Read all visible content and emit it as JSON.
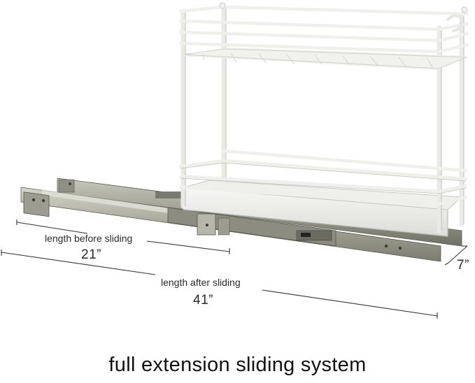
{
  "image": {
    "subject": "two-tier white wire pull-out organizer on full extension slides",
    "colors": {
      "wire": "#f4f4f2",
      "wire_shade": "#c9c9c6",
      "rail": "#a7a89a",
      "rail_dark": "#6d6e63",
      "background": "#ffffff"
    }
  },
  "dimensions": {
    "before_label": "length before sliding",
    "before_value": "21”",
    "after_label": "length after sliding",
    "after_value": "41”",
    "width_value": "7”"
  },
  "caption": "full extension sliding system"
}
